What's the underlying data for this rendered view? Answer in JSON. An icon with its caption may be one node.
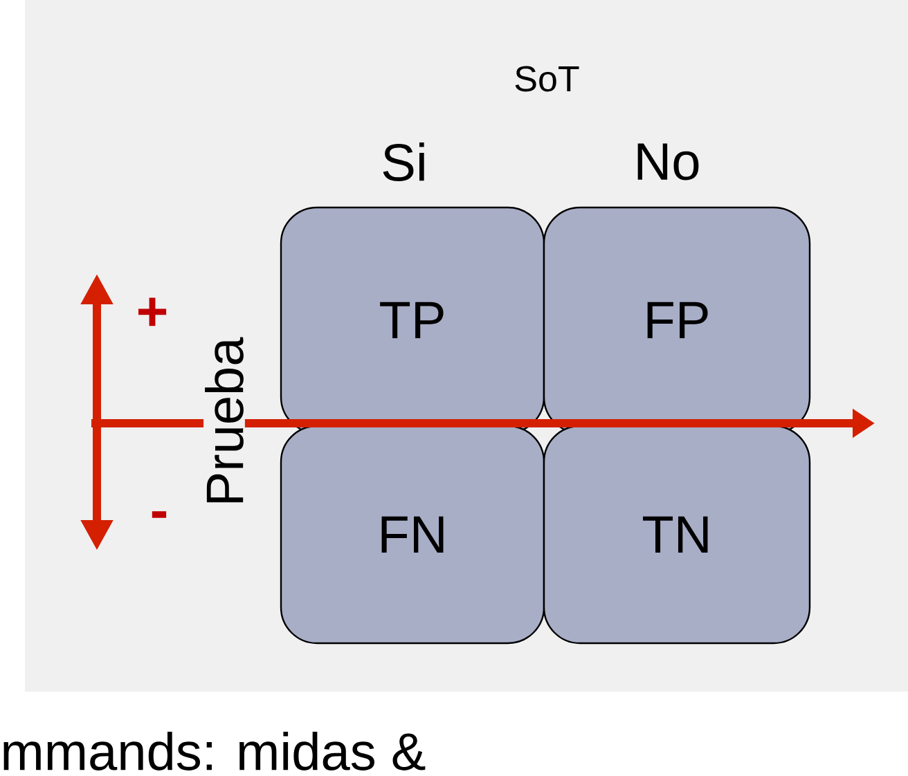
{
  "diagram": {
    "nodes": [
      {
        "text": [
          "TP"
        ]
      },
      {
        "text": [
          "FP"
        ]
      },
      {
        "text": [
          "FN"
        ]
      },
      {
        "text": [
          "TN"
        ]
      }
    ],
    "labels": [
      "SoT",
      "Si",
      "No",
      "+",
      "Prueba",
      "-",
      "mmands: midas &"
    ]
  }
}
